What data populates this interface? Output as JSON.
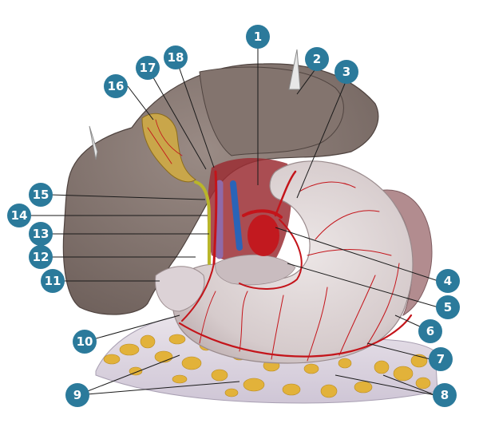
{
  "colors": {
    "marker_fill": "#2b7a9b",
    "marker_text": "#ffffff",
    "leader_line": "#1a1a1a",
    "liver": "#8a7a74",
    "liver_dark": "#6e605b",
    "stomach": "#d8cfcf",
    "omentum_fat": "#e2b23a",
    "artery": "#c4141a",
    "vein": "#2a64b8",
    "portal_vein": "#8f6aa8",
    "bile_duct": "#b9b52a",
    "gallbladder": "#c9a64a"
  },
  "markers": [
    {
      "label": "1"
    },
    {
      "label": "2"
    },
    {
      "label": "3"
    },
    {
      "label": "4"
    },
    {
      "label": "5"
    },
    {
      "label": "6"
    },
    {
      "label": "7"
    },
    {
      "label": "8"
    },
    {
      "label": "9"
    },
    {
      "label": "10"
    },
    {
      "label": "11"
    },
    {
      "label": "12"
    },
    {
      "label": "13"
    },
    {
      "label": "14"
    },
    {
      "label": "15"
    },
    {
      "label": "16"
    },
    {
      "label": "17"
    },
    {
      "label": "18"
    }
  ]
}
